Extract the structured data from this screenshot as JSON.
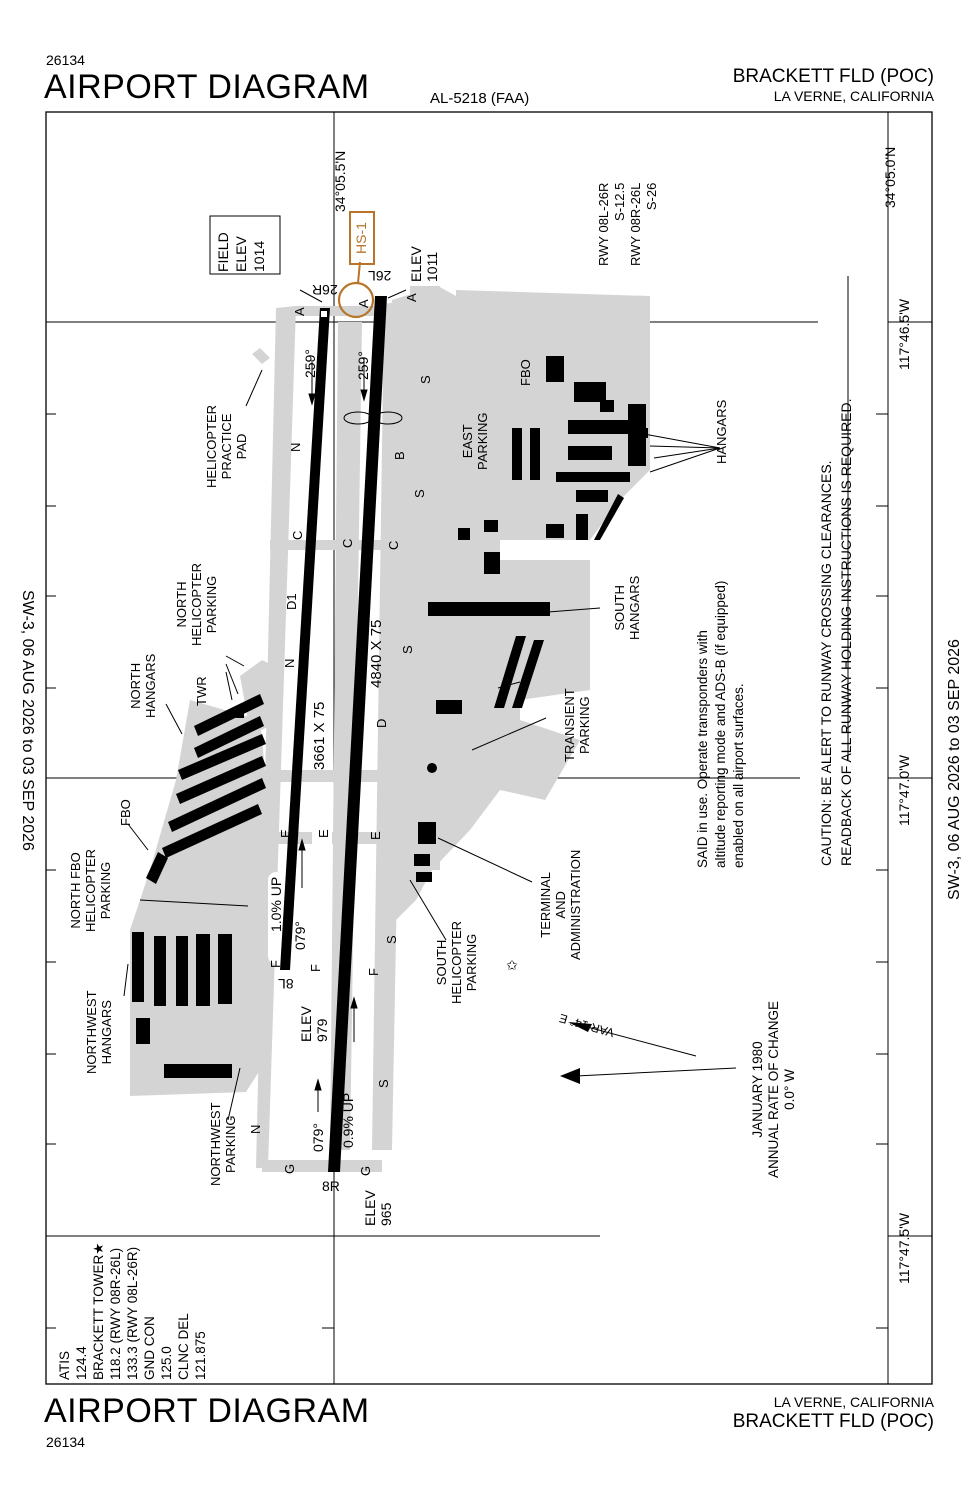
{
  "header": {
    "procedure_number": "26134",
    "title": "AIRPORT DIAGRAM",
    "chart_id": "AL-5218 (FAA)",
    "airport_name": "BRACKETT FLD (POC)",
    "city_state": "LA VERNE, CALIFORNIA"
  },
  "footer": {
    "procedure_number": "26134",
    "title": "AIRPORT DIAGRAM",
    "airport_name": "BRACKETT FLD (POC)",
    "city_state": "LA VERNE, CALIFORNIA"
  },
  "effective_dates": "SW-3,  06 AUG 2026  to  03 SEP 2026",
  "coordinates": {
    "lat_1": "34°05.5'N",
    "lat_2": "34°05.0'N",
    "lon_1": "117°46.5'W",
    "lon_2": "117°47.0'W",
    "lon_3": "117°47.5'W"
  },
  "field_elev": {
    "line1": "FIELD",
    "line2": "ELEV",
    "line3": "1014"
  },
  "hotspot": "HS-1",
  "runways": {
    "rwy_26r": "26R",
    "rwy_26l": "26L",
    "rwy_8l": "8L",
    "rwy_8r": "8R",
    "north_dims": "3661 X 75",
    "south_dims": "4840 X 75",
    "hdg_259_a": "259°",
    "hdg_259_b": "259°",
    "hdg_079_a": "079°",
    "hdg_079_b": "079°",
    "grad_north": "1.0% UP",
    "grad_south": "0.9% UP",
    "elev_26l_label": "ELEV",
    "elev_26l_value": "1011",
    "elev_8l_label": "ELEV",
    "elev_8l_value": "979",
    "elev_8r_label": "ELEV",
    "elev_8r_value": "965"
  },
  "strength": {
    "rwy1": "RWY 08L-26R",
    "rwy1_val": "S-12.5",
    "rwy2": "RWY 08R-26L",
    "rwy2_val": "S-26"
  },
  "taxiways": {
    "A": "A",
    "B": "B",
    "C": "C",
    "D": "D",
    "D1": "D1",
    "E": "E",
    "F": "F",
    "G": "G",
    "N": "N",
    "S": "S"
  },
  "labels": {
    "heli_pad": [
      "HELICOPTER",
      "PRACTICE",
      "PAD"
    ],
    "north_heli": [
      "NORTH",
      "HELICOPTER",
      "PARKING"
    ],
    "north_hangars": [
      "NORTH",
      "HANGARS"
    ],
    "twr": "TWR",
    "fbo": "FBO",
    "north_fbo_heli": [
      "NORTH FBO",
      "HELICOPTER",
      "PARKING"
    ],
    "nw_hangars": [
      "NORTHWEST",
      "HANGARS"
    ],
    "nw_parking": [
      "NORTHWEST",
      "PARKING"
    ],
    "east_parking": [
      "EAST",
      "PARKING"
    ],
    "hangars": "HANGARS",
    "south_hangars": [
      "SOUTH",
      "HANGARS"
    ],
    "transient": [
      "TRANSIENT",
      "PARKING"
    ],
    "terminal": [
      "TERMINAL",
      "AND",
      "ADMINISTRATION"
    ],
    "south_heli": [
      "SOUTH",
      "HELICOPTER",
      "PARKING"
    ]
  },
  "notes": {
    "said": [
      "SAID in use.  Operate transponders with",
      "altitude reporting mode and ADS-B (if equipped)",
      "enabled on all airport surfaces."
    ],
    "caution_1": "CAUTION: BE ALERT TO RUNWAY CROSSING CLEARANCES.",
    "caution_2": "READBACK OF ALL RUNWAY HOLDING INSTRUCTIONS IS REQUIRED.",
    "var": "VAR 14° E",
    "mag": [
      "JANUARY 1980",
      "ANNUAL RATE OF CHANGE",
      "0.0° W"
    ]
  },
  "frequencies": {
    "atis_label": "ATIS",
    "atis": "124.4",
    "tower_label": "BRACKETT TOWER",
    "tower_1": "118.2 (RWY 08R-26L)",
    "tower_2": "133.3 (RWY 08L-26R)",
    "gnd_label": "GND CON",
    "gnd": "125.0",
    "clnc_label": "CLNC DEL",
    "clnc": "121.875"
  }
}
